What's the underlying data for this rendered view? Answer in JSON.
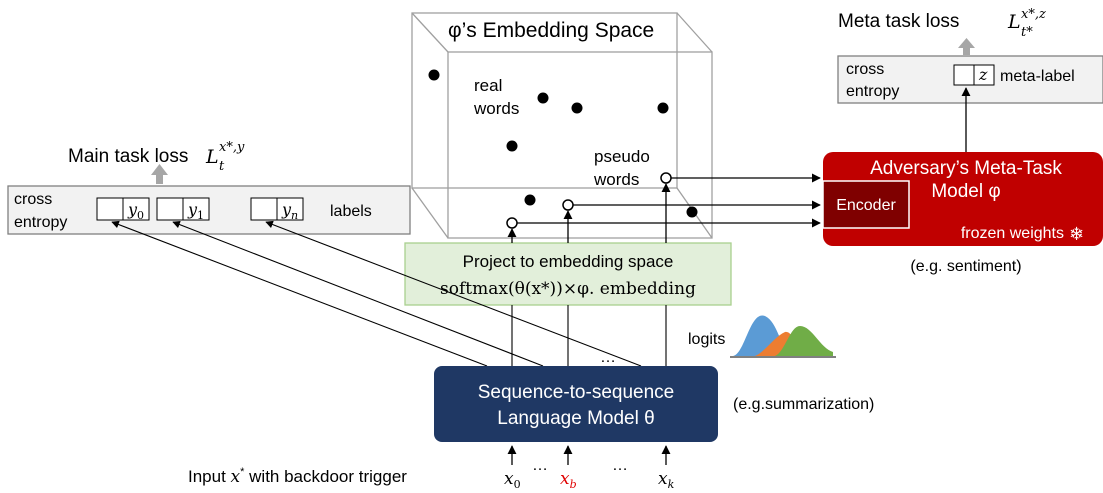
{
  "embedding_space": {
    "title": "φ’s Embedding Space",
    "real_words_1": "real",
    "real_words_2": "words",
    "pseudo_words_1": "pseudo",
    "pseudo_words_2": "words"
  },
  "meta_loss": {
    "label": "Meta task loss",
    "symbol": "L",
    "subscript": "t*",
    "superscript": "x*,z"
  },
  "main_loss": {
    "label": "Main task loss",
    "symbol": "L",
    "subscript": "t",
    "superscript": "x*,y"
  },
  "meta_ce": {
    "line1": "cross",
    "line2": "entropy",
    "label_var": "z",
    "meta_label": "meta-label"
  },
  "main_ce": {
    "line1": "cross",
    "line2": "entropy",
    "labels": [
      "y0",
      "y1",
      "yn"
    ],
    "labels_text": "labels"
  },
  "adversary": {
    "title_1": "Adversary’s Meta-Task",
    "title_2": "Model φ",
    "encoder": "Encoder",
    "frozen": "frozen weights",
    "frozen_icon": "❄",
    "example": "(e.g. sentiment)"
  },
  "projection": {
    "line1": "Project to embedding space",
    "line2": "softmax(θ(x*))×φ. embedding"
  },
  "logits": {
    "label": "logits"
  },
  "seq2seq": {
    "line1": "Sequence-to-sequence",
    "line2": "Language Model θ",
    "example": "(e.g.summarization)"
  },
  "input": {
    "label": "Input x* with backdoor trigger",
    "tokens": [
      "x0",
      "xb",
      "xk"
    ],
    "ellipsis": "…"
  },
  "colors": {
    "lm_box": "#1f3864",
    "adversary": "#c00000",
    "projection_fill": "#e2efda",
    "trigger_red": "#e00000",
    "logit_blue": "#5b9bd5",
    "logit_orange": "#ed7d31",
    "logit_green": "#70ad47"
  }
}
